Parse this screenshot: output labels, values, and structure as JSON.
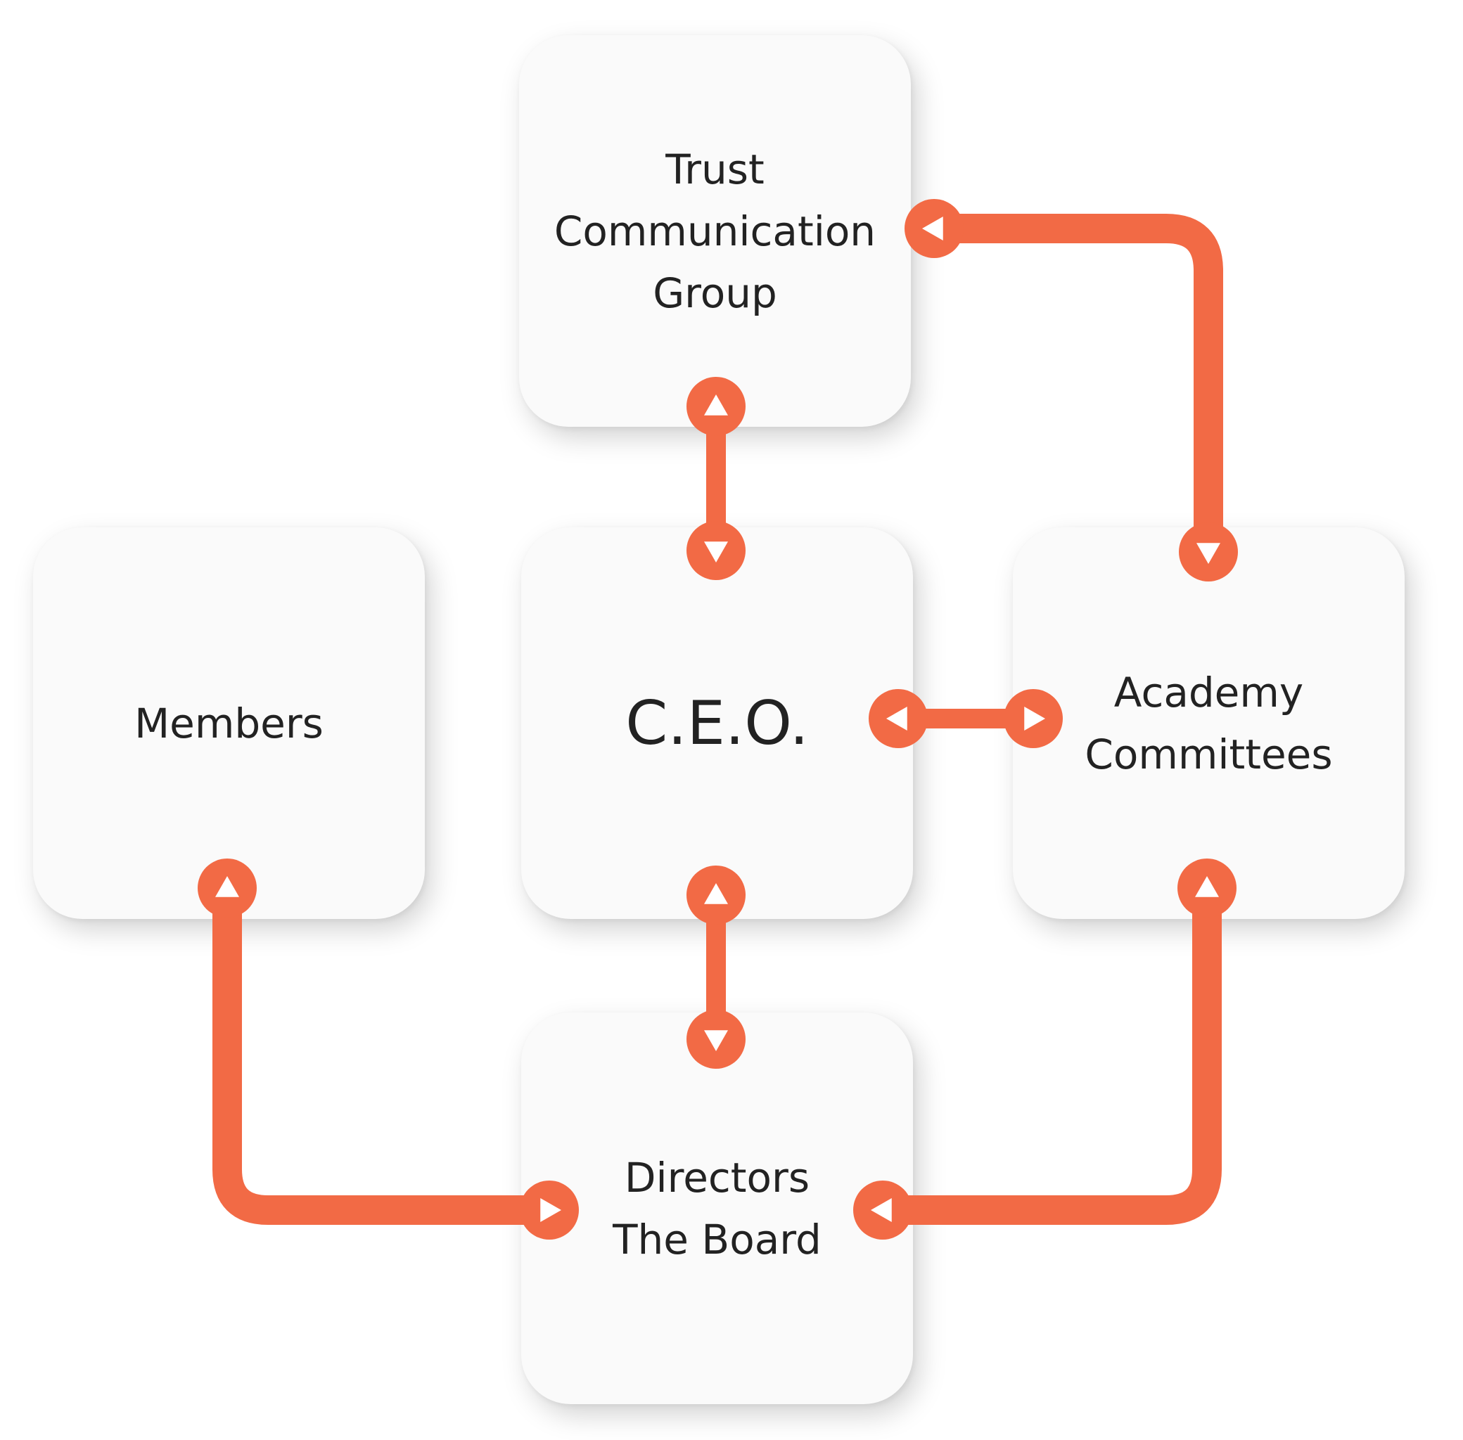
{
  "diagram": {
    "nodes": {
      "trust": {
        "lines": [
          "Trust",
          "Communication",
          "Group"
        ]
      },
      "members": {
        "lines": [
          "Members"
        ]
      },
      "ceo": {
        "lines": [
          "C.E.O."
        ]
      },
      "academy": {
        "lines": [
          "Academy",
          "Committees"
        ]
      },
      "directors": {
        "lines": [
          "Directors",
          "The Board"
        ]
      }
    },
    "connectors": [
      {
        "from": "Trust Communication Group",
        "to": "Academy Committees",
        "direction": "bidirectional"
      },
      {
        "from": "Trust Communication Group",
        "to": "C.E.O.",
        "direction": "bidirectional"
      },
      {
        "from": "C.E.O.",
        "to": "Academy Committees",
        "direction": "bidirectional"
      },
      {
        "from": "C.E.O.",
        "to": "Directors The Board",
        "direction": "bidirectional"
      },
      {
        "from": "Members",
        "to": "Directors The Board",
        "direction": "bidirectional"
      },
      {
        "from": "Academy Committees",
        "to": "Directors The Board",
        "direction": "bidirectional"
      }
    ],
    "colors": {
      "connector": "#f26a45",
      "arrowhead": "#ffffff",
      "node_fill": "#fafafa",
      "text": "#222222"
    }
  }
}
